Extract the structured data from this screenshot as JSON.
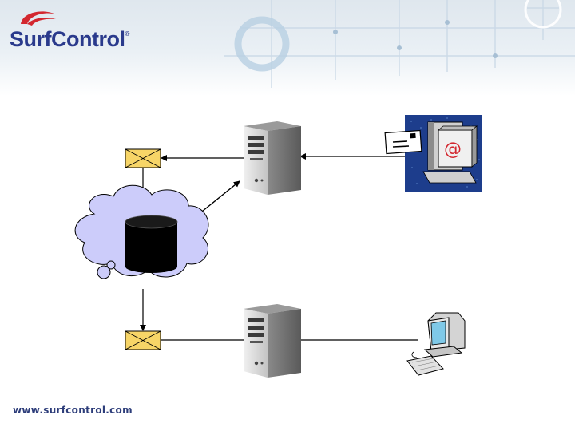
{
  "branding": {
    "logo_text": "SurfControl",
    "registered_mark": "®",
    "footer_url": "www.surfcontrol.com"
  },
  "colors": {
    "brand_blue": "#2a3a8c",
    "brand_red": "#d3272f",
    "cloud_fill": "#ccccfa",
    "envelope_fill": "#f7d567",
    "mailbox_bg": "#1d3d8c"
  },
  "diagram": {
    "nodes": [
      {
        "name": "envelope-icon",
        "role": "incoming message"
      },
      {
        "name": "server-icon",
        "role": "upper server"
      },
      {
        "name": "email-computer-icon",
        "role": "mail sender"
      },
      {
        "name": "cloud-icon",
        "role": "network cloud"
      },
      {
        "name": "database-icon",
        "role": "message store"
      },
      {
        "name": "envelope-icon",
        "role": "outgoing message"
      },
      {
        "name": "server-icon",
        "role": "lower server"
      },
      {
        "name": "workstation-icon",
        "role": "client workstation"
      }
    ]
  }
}
